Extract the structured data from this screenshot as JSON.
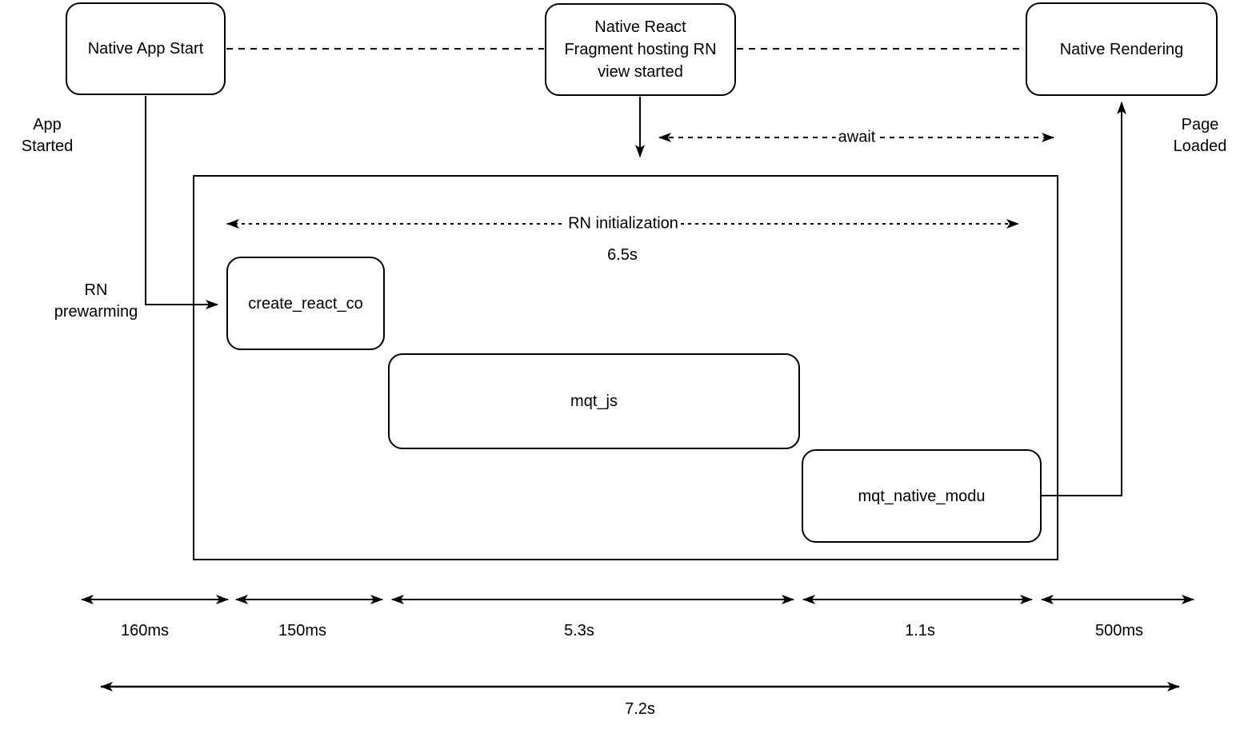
{
  "diagram": {
    "nodes": {
      "native_app_start": "Native App Start",
      "native_react_fragment": "Native React Fragment hosting RN view started",
      "native_rendering": "Native Rendering",
      "create_react_co": "create_react_co",
      "mqt_js": "mqt_js",
      "mqt_native_modu": "mqt_native_modu"
    },
    "annotations": {
      "app_started": "App Started",
      "page_loaded": "Page Loaded",
      "rn_prewarming": "RN prewarming",
      "await_label": "await",
      "rn_initialization": "RN initialization",
      "rn_initialization_duration": "6.5s"
    },
    "timeline": {
      "segments": [
        "160ms",
        "150ms",
        "5.3s",
        "1.1s",
        "500ms"
      ],
      "total": "7.2s"
    },
    "colors": {
      "stroke": "#000000",
      "background": "#ffffff"
    }
  }
}
